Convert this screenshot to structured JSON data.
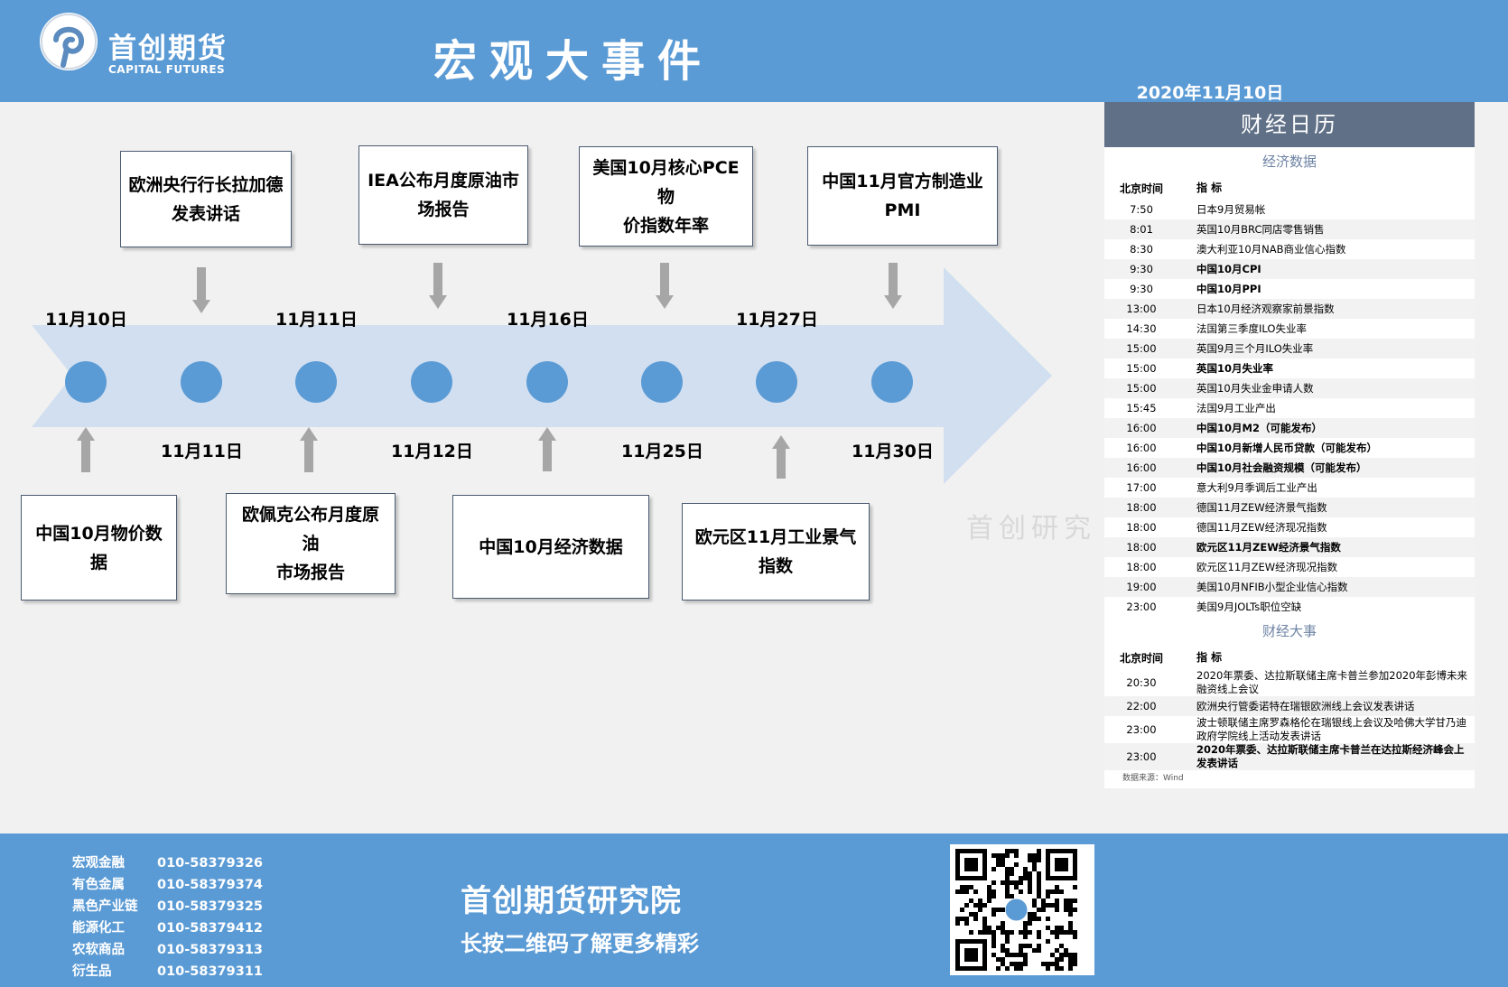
{
  "header": {
    "logo_cn": "首创期货",
    "logo_en": "CAPITAL FUTURES",
    "title": "宏观大事件",
    "date": "2020年11月10日"
  },
  "timeline": {
    "dates_top": [
      "11月10日",
      "11月11日",
      "11月16日",
      "11月27日"
    ],
    "dates_bottom": [
      "11月11日",
      "11月12日",
      "11月25日",
      "11月30日"
    ],
    "events_top": [
      [
        "欧洲央行行长拉加德",
        "发表讲话"
      ],
      [
        "IEA公布月度原油市",
        "场报告"
      ],
      [
        "美国10月核心PCE物",
        "价指数年率"
      ],
      [
        "中国11月官方制造业",
        "PMI"
      ]
    ],
    "events_bottom": [
      [
        "中国10月物价数",
        "据"
      ],
      [
        "欧佩克公布月度原油",
        "市场报告"
      ],
      [
        "中国10月经济数据"
      ],
      [
        "欧元区11月工业景气",
        "指数"
      ]
    ]
  },
  "calendar": {
    "title": "财经日历",
    "econ_heading": "经济数据",
    "col_time": "北京时间",
    "col_item": "指 标",
    "econ_rows": [
      {
        "time": "7:50",
        "item": "日本9月贸易帐",
        "bold": false
      },
      {
        "time": "8:01",
        "item": "英国10月BRC同店零售销售",
        "bold": false
      },
      {
        "time": "8:30",
        "item": "澳大利亚10月NAB商业信心指数",
        "bold": false
      },
      {
        "time": "9:30",
        "item": "中国10月CPI",
        "bold": true
      },
      {
        "time": "9:30",
        "item": "中国10月PPI",
        "bold": true
      },
      {
        "time": "13:00",
        "item": "日本10月经济观察家前景指数",
        "bold": false
      },
      {
        "time": "14:30",
        "item": "法国第三季度ILO失业率",
        "bold": false
      },
      {
        "time": "15:00",
        "item": "英国9月三个月ILO失业率",
        "bold": false
      },
      {
        "time": "15:00",
        "item": "英国10月失业率",
        "bold": true
      },
      {
        "time": "15:00",
        "item": "英国10月失业金申请人数",
        "bold": false
      },
      {
        "time": "15:45",
        "item": "法国9月工业产出",
        "bold": false
      },
      {
        "time": "16:00",
        "item": "中国10月M2（可能发布）",
        "bold": true
      },
      {
        "time": "16:00",
        "item": "中国10月新增人民币贷款（可能发布）",
        "bold": true
      },
      {
        "time": "16:00",
        "item": "中国10月社会融资规模（可能发布）",
        "bold": true
      },
      {
        "time": "17:00",
        "item": "意大利9月季调后工业产出",
        "bold": false
      },
      {
        "time": "18:00",
        "item": "德国11月ZEW经济景气指数",
        "bold": false
      },
      {
        "time": "18:00",
        "item": "德国11月ZEW经济现况指数",
        "bold": false
      },
      {
        "time": "18:00",
        "item": "欧元区11月ZEW经济景气指数",
        "bold": true
      },
      {
        "time": "18:00",
        "item": "欧元区11月ZEW经济现况指数",
        "bold": false
      },
      {
        "time": "19:00",
        "item": "美国10月NFIB小型企业信心指数",
        "bold": false
      },
      {
        "time": "23:00",
        "item": "美国9月JOLTs职位空缺",
        "bold": false
      }
    ],
    "events_heading": "财经大事",
    "event_rows": [
      {
        "time": "20:30",
        "item": "2020年票委、达拉斯联储主席卡普兰参加2020年彭博未来融资线上会议",
        "bold": false
      },
      {
        "time": "22:00",
        "item": "欧洲央行管委诺特在瑞银欧洲线上会议发表讲话",
        "bold": false
      },
      {
        "time": "23:00",
        "item": "波士顿联储主席罗森格伦在瑞银线上会议及哈佛大学甘乃迪政府学院线上活动发表讲话",
        "bold": false
      },
      {
        "time": "23:00",
        "item": "2020年票委、达拉斯联储主席卡普兰在达拉斯经济峰会上发表讲话",
        "bold": true
      }
    ],
    "source": "数据来源：Wind"
  },
  "watermark": "首创研究",
  "footer": {
    "contacts": [
      {
        "label": "宏观金融",
        "phone": "010-58379326"
      },
      {
        "label": "有色金属",
        "phone": "010-58379374"
      },
      {
        "label": "黑色产业链",
        "phone": "010-58379325"
      },
      {
        "label": "能源化工",
        "phone": "010-58379412"
      },
      {
        "label": "农软商品",
        "phone": "010-58379313"
      },
      {
        "label": "衍生品",
        "phone": "010-58379311"
      }
    ],
    "title": "首创期货研究院",
    "subtitle": "长按二维码了解更多精彩"
  },
  "colors": {
    "header_bg": "#5b9bd5",
    "arrow_fill": "#d1dff0",
    "node_fill": "#5b9bd5",
    "calendar_title_bg": "#607087",
    "pointer_arrow": "#a6a6a6"
  },
  "icons": [
    "logo-icon",
    "qr-code"
  ]
}
